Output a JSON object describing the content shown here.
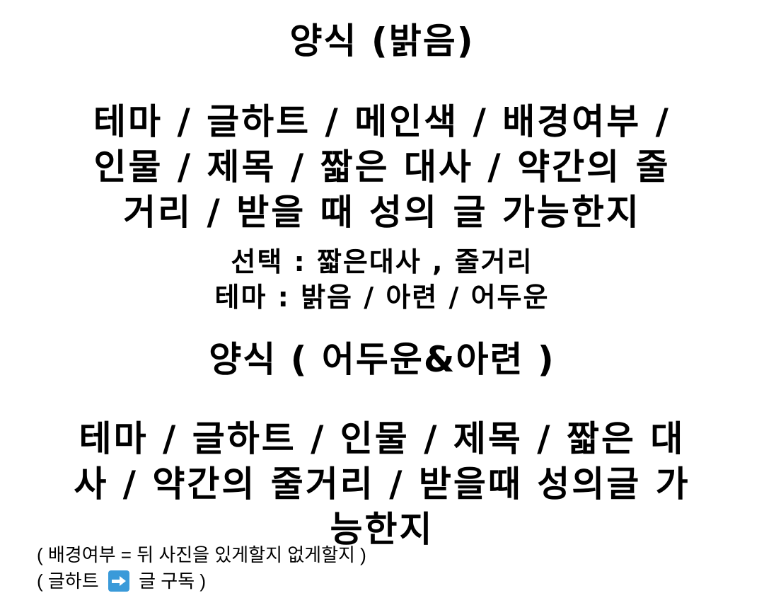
{
  "section_bright": {
    "title": "양식 (밝음)",
    "lines": [
      "테마 / 글하트 / 메인색 / 배경여부 /",
      "인물 / 제목 / 짧은 대사 / 약간의 줄",
      "거리 / 받을 때 성의 글 가능한지"
    ]
  },
  "options": {
    "lines": [
      "선택 : 짧은대사 , 줄거리",
      "테마 : 밝음 / 아련 / 어두운"
    ]
  },
  "section_dark": {
    "title": "양식 ( 어두운&아련 )",
    "lines": [
      "테마 / 글하트 / 인물 / 제목 / 짧은 대",
      "사 / 약간의 줄거리 / 받을때 성의글 가",
      "능한지"
    ]
  },
  "notes": {
    "background_note": "( 배경여부 = 뒤 사진을 있게할지 없게할지 )",
    "heart_note_left": "( 글하트",
    "heart_note_icon": "right-arrow-icon",
    "heart_note_right": "글 구독 )",
    "icon_color": "#3a9ad9"
  }
}
